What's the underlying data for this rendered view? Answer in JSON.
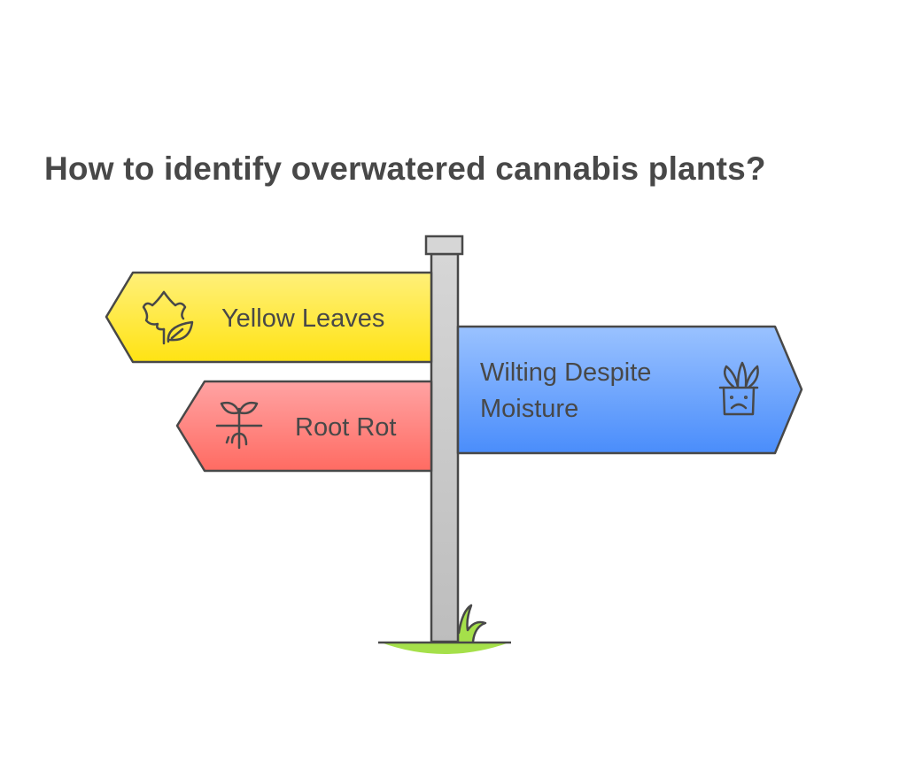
{
  "title": "How to identify overwatered cannabis plants?",
  "signs": [
    {
      "label": "Yellow Leaves",
      "icon": "leaf-icon",
      "color_top": "#fff07a",
      "color_bottom": "#ffe313"
    },
    {
      "label": "Root Rot",
      "icon": "sprout-roots-icon",
      "color_top": "#ffa3a3",
      "color_bottom": "#ff6b62"
    },
    {
      "label_line1": "Wilting Despite",
      "label_line2": "Moisture",
      "icon": "sad-plant-pot-icon",
      "color_top": "#9ac2ff",
      "color_bottom": "#4a8dfb"
    }
  ]
}
